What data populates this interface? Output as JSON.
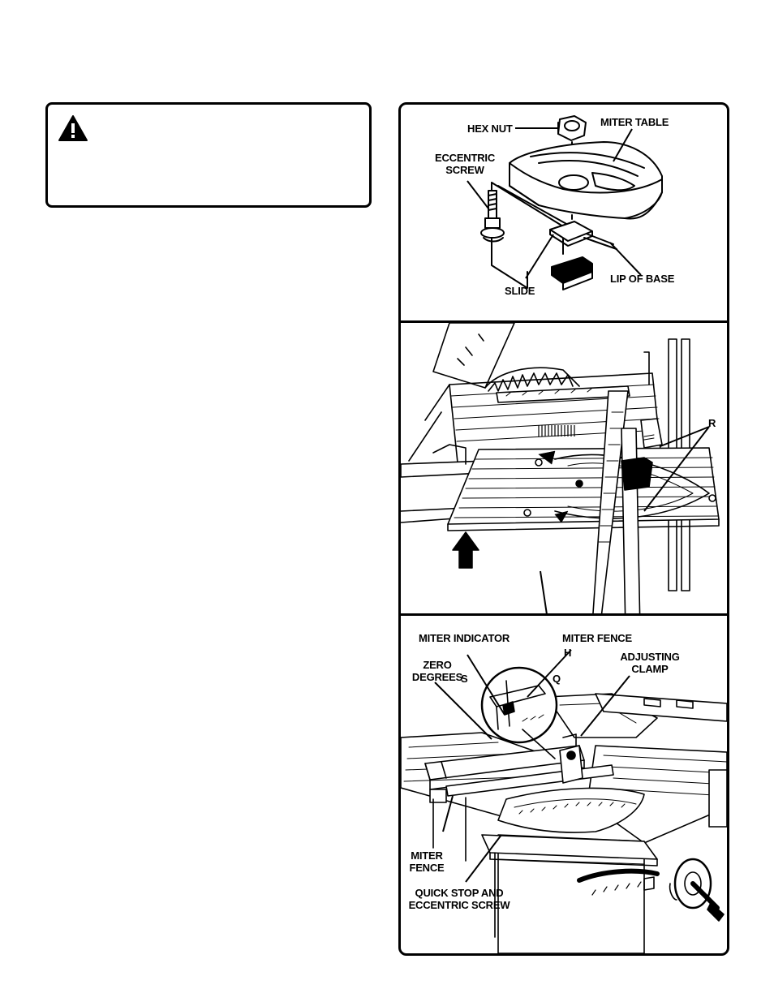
{
  "figure1": {
    "hex_nut": "HEX NUT",
    "miter_table": "MITER TABLE",
    "eccentric_screw_line1": "ECCENTRIC",
    "eccentric_screw_line2": "SCREW",
    "slide": "SLIDE",
    "lip_of_base": "LIP OF BASE"
  },
  "figure2": {
    "label_r": "R",
    "label_h": "H",
    "label_s": "S",
    "label_q": "Q"
  },
  "figure3": {
    "miter_indicator": "MITER INDICATOR",
    "miter_fence_top": "MITER FENCE",
    "adjusting_clamp_line1": "ADJUSTING",
    "adjusting_clamp_line2": "CLAMP",
    "zero_degrees_line1": "ZERO",
    "zero_degrees_line2": "DEGREES",
    "miter_fence_left_line1": "MITER",
    "miter_fence_left_line2": "FENCE",
    "quick_stop_line1": "QUICK STOP AND",
    "quick_stop_line2": "ECCENTRIC SCREW"
  }
}
